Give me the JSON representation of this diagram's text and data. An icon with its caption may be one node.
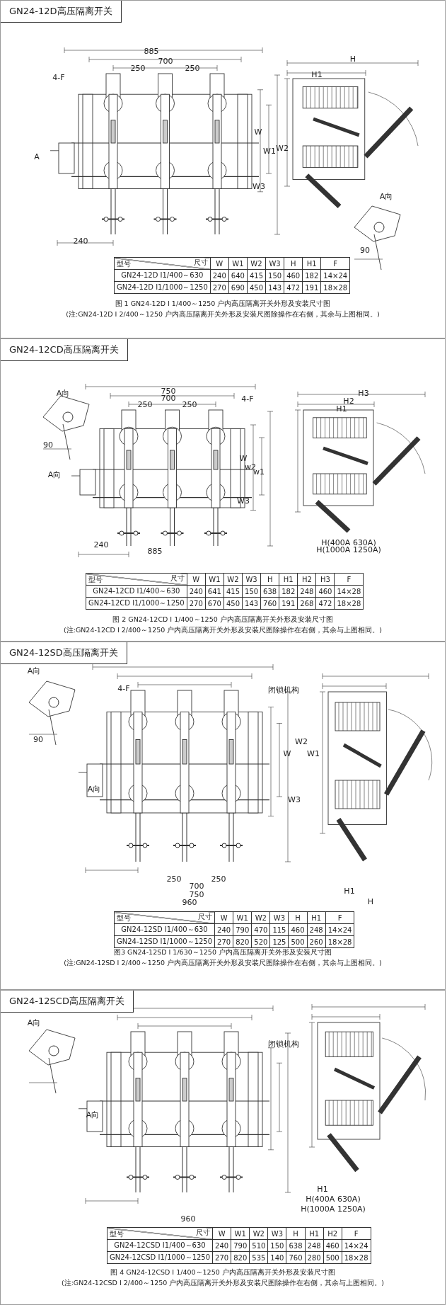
{
  "diagram": {
    "nodes": [
      {
        "text": [
          "GN24-12D高压隔离开关",
          "图 1 GN24-12D Ⅰ 1/400～1250 户内高压隔离开关外形及安装尺寸图",
          "(注:GN24-12D Ⅰ 2/400～1250 户内高压隔离开关外形及安装尺图除操作在右侧，其余与上图相同。)"
        ]
      },
      {
        "text": [
          "GN24-12CD高压隔离开关",
          "图 2 GN24-12CD Ⅰ 1/400～1250 户内高压隔离开关外形及安装尺寸图",
          "(注:GN24-12CD Ⅰ 2/400～1250 户内高压隔离开关外形及安装尺图除操作在右侧，其余与上图相同。)"
        ]
      },
      {
        "text": [
          "GN24-12SD高压隔离开关",
          "图3 GN24-12SD Ⅰ 1/630～1250 户内高压隔离开关外形及安装尺寸图",
          "(注:GN24-12SD Ⅰ 2/400～1250 户内高压隔离开关外形及安装尺图除操作在右侧，其余与上图相同。)"
        ]
      },
      {
        "text": [
          "GN24-12SCD高压隔离开关",
          "图 4 GN24-12CSD Ⅰ 1/400～1250 户内高压隔离开关外形及安装尺寸图",
          "(注:GN24-12CSD Ⅰ 2/400～1250 户内高压隔离开关外形及安装尺图除操作在右侧，其余与上图相同。)"
        ]
      }
    ],
    "labels": [
      "885",
      "700",
      "250",
      "250",
      "4-F",
      "A",
      "W",
      "W1",
      "W3",
      "240",
      "H",
      "H1",
      "W2",
      "A向",
      "90",
      "型号",
      "尺寸",
      "W",
      "W1",
      "W2",
      "W3",
      "H",
      "H1",
      "F",
      "GN24-12D Ⅰ1/400～630",
      "240",
      "640",
      "415",
      "150",
      "460",
      "182",
      "14×24",
      "GN24-12D Ⅰ1/1000～1250",
      "270",
      "690",
      "450",
      "143",
      "472",
      "191",
      "18×28",
      "A向",
      "90",
      "A向",
      "750",
      "700",
      "250",
      "250",
      "4-F",
      "W",
      "w2",
      "w1",
      "W3",
      "240",
      "885",
      "H3",
      "H2",
      "H1",
      "H(400A 630A)",
      "H(1000A 1250A)",
      "型号",
      "尺寸",
      "W",
      "W1",
      "W2",
      "W3",
      "H",
      "H1",
      "H2",
      "H3",
      "F",
      "GN24-12CD Ⅰ1/400～630",
      "240",
      "641",
      "415",
      "150",
      "638",
      "182",
      "248",
      "460",
      "14×28",
      "GN24-12CD Ⅰ1/1000～1250",
      "270",
      "670",
      "450",
      "143",
      "760",
      "191",
      "268",
      "472",
      "18×28",
      "A向",
      "90",
      "A向",
      "4-F",
      "闭锁机构",
      "W2",
      "W",
      "W1",
      "W3",
      "250",
      "250",
      "700",
      "750",
      "960",
      "H1",
      "H",
      "型号",
      "尺寸",
      "W",
      "W1",
      "W2",
      "W3",
      "H",
      "H1",
      "F",
      "GN24-12SD Ⅰ1/400～630",
      "240",
      "790",
      "470",
      "115",
      "460",
      "248",
      "14×24",
      "GN24-12SD Ⅰ1/1000～1250",
      "270",
      "820",
      "520",
      "125",
      "500",
      "260",
      "18×28",
      "A向",
      "A向",
      "闭锁机构",
      "H1",
      "H(400A 630A)",
      "H(1000A 1250A)",
      "960",
      "型号",
      "尺寸",
      "W",
      "W1",
      "W2",
      "W3",
      "H",
      "H1",
      "H2",
      "F",
      "GN24-12CSD Ⅰ1/400～630",
      "240",
      "790",
      "510",
      "150",
      "638",
      "248",
      "460",
      "14×24",
      "GN24-12CSD Ⅰ1/1000～1250",
      "270",
      "820",
      "535",
      "140",
      "760",
      "280",
      "500",
      "18×28"
    ]
  }
}
